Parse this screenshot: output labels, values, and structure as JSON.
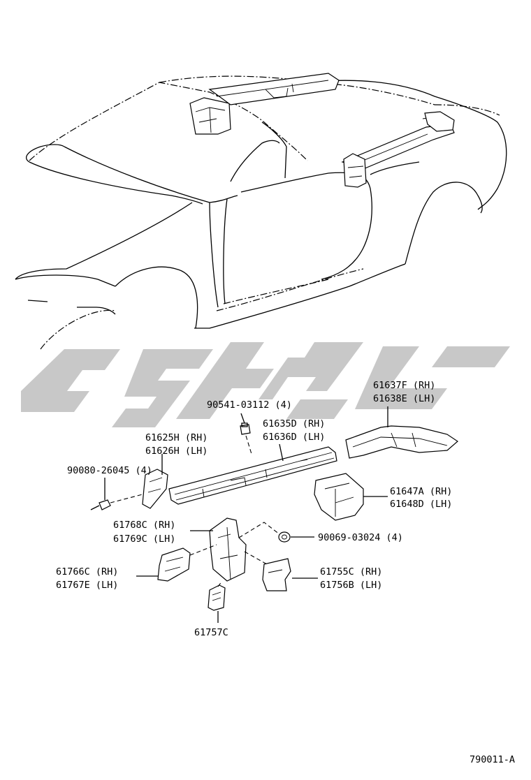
{
  "labels": {
    "l_61637F": "61637F (RH)",
    "l_61638E": "61638E (LH)",
    "l_90541": "90541-03112 (4)",
    "l_61635D": "61635D (RH)",
    "l_61636D": "61636D (LH)",
    "l_61625H": "61625H (RH)",
    "l_61626H": "61626H (LH)",
    "l_90080": "90080-26045 (4)",
    "l_61647A": "61647A (RH)",
    "l_61648D": "61648D (LH)",
    "l_61768C": "61768C (RH)",
    "l_61769C": "61769C (LH)",
    "l_90069": "90069-03024 (4)",
    "l_61766C": "61766C (RH)",
    "l_61767E": "61767E (LH)",
    "l_61755C": "61755C (RH)",
    "l_61756B": "61756B (LH)",
    "l_61757C": "61757C"
  },
  "figure_code": "790011-A",
  "colors": {
    "line": "#000000",
    "watermark": "#c8c8c8",
    "background": "#ffffff"
  }
}
